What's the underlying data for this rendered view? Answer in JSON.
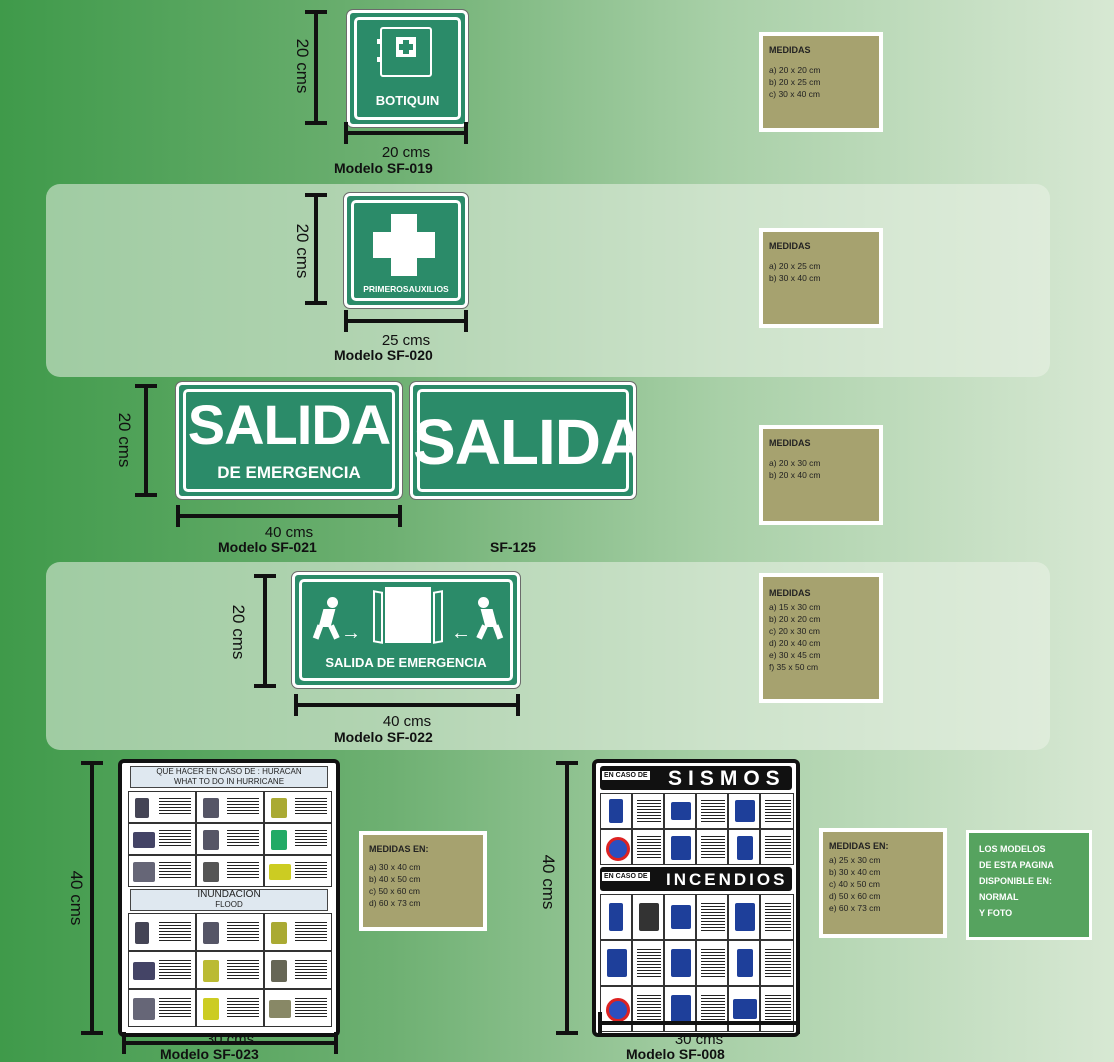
{
  "units": {
    "cms": "cms",
    "d20": "20 cms",
    "d25": "25 cms",
    "d30": "30 cms",
    "d40": "40 cms"
  },
  "sf019": {
    "model": "Modelo SF-019",
    "sign_text": "BOTIQUIN",
    "medidas": {
      "title": "MEDIDAS",
      "lines": [
        "a) 20 x 20 cm",
        "b) 20 x 25 cm",
        "c) 30 x 40 cm"
      ]
    }
  },
  "sf020": {
    "model": "Modelo SF-020",
    "sign_text": "PRIMEROSAUXILIOS",
    "medidas": {
      "title": "MEDIDAS",
      "lines": [
        "a) 20 x 25 cm",
        "b) 30 x 40 cm"
      ]
    }
  },
  "sf021": {
    "model": "Modelo SF-021",
    "big": "SALIDA",
    "small": "DE EMERGENCIA",
    "medidas": {
      "title": "MEDIDAS",
      "lines": [
        "a) 20 x 30 cm",
        "b) 20 x 40 cm"
      ]
    }
  },
  "sf125": {
    "model": "SF-125",
    "big": "SALIDA"
  },
  "sf022": {
    "model": "Modelo SF-022",
    "sign_text": "SALIDA DE EMERGENCIA",
    "medidas": {
      "title": "MEDIDAS",
      "lines": [
        "a) 15 x 30 cm",
        "b) 20 x 20 cm",
        "c) 20 x 30 cm",
        "d) 20 x 40 cm",
        "e) 30 x 45 cm",
        "f) 35 x 50 cm"
      ]
    }
  },
  "sf023": {
    "model": "Modelo SF-023",
    "title1": "QUE HACER EN CASO DE : HURACAN",
    "title1b": "WHAT TO DO IN HURRICANE",
    "title2": "INUNDACION",
    "title2b": "FLOOD",
    "medidas": {
      "title": "MEDIDAS EN:",
      "lines": [
        "a) 30 x 40 cm",
        "b) 40 x 50 cm",
        "c) 50 x 60 cm",
        "d) 60 x 73 cm"
      ]
    }
  },
  "sf008": {
    "model": "Modelo SF-008",
    "title1": "SISMOS",
    "title2": "INCENDIOS",
    "badge": "EN CASO DE",
    "medidas": {
      "title": "MEDIDAS EN:",
      "lines": [
        "a) 25 x 30 cm",
        "b) 30 x 40 cm",
        "c) 40 x 50 cm",
        "d) 50 x 60 cm",
        "e) 60 x 73 cm"
      ]
    }
  },
  "note": {
    "lines": [
      "LOS MODELOS",
      "DE ESTA PAGINA",
      "DISPONIBLE EN:",
      "NORMAL",
      "Y FOTO"
    ]
  },
  "colors": {
    "sign_green": "#2b8b69",
    "box_olive": "#a6a26f",
    "poster_blue": "#1e3f9a"
  }
}
